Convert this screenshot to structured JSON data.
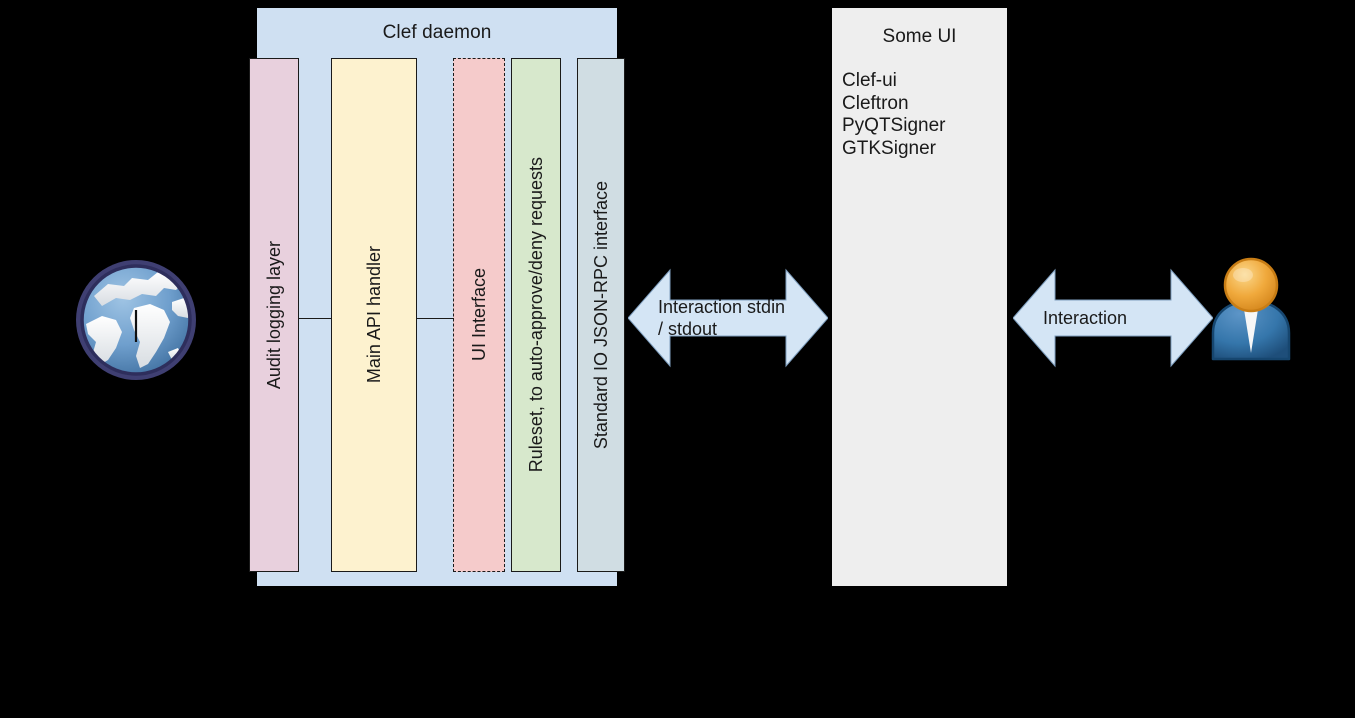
{
  "diagram": {
    "background_color": "#000000",
    "clef": {
      "title": "Clef daemon",
      "fill": "#cfe0f2",
      "columns": [
        {
          "name": "audit-logging-layer",
          "label": "Audit logging layer",
          "fill": "#e8d0dd",
          "border": "solid"
        },
        {
          "name": "main-api-handler",
          "label": "Main API handler",
          "fill": "#fdf2cf",
          "border": "solid"
        },
        {
          "name": "ui-interface",
          "label": "UI Interface",
          "fill": "#f5cbcb",
          "border": "dashed"
        },
        {
          "name": "ruleset",
          "label": "Ruleset, to auto-approve/deny requests",
          "fill": "#d7e8cc",
          "border": "solid"
        },
        {
          "name": "standard-io-jsonrpc",
          "label": "Standard IO JSON-RPC interface",
          "fill": "#d0dde3",
          "border": "solid"
        }
      ]
    },
    "some_ui": {
      "title": "Some UI",
      "fill": "#eeeeee",
      "items": [
        "Clef-ui",
        "Cleftron",
        "PyQTSigner",
        "GTKSigner"
      ]
    },
    "arrows": [
      {
        "name": "interaction-stdio-arrow",
        "label": "Interaction stdin\n/ stdout",
        "fill": "#d4e5f5"
      },
      {
        "name": "interaction-user-arrow",
        "label": "Interaction",
        "fill": "#d4e5f5"
      }
    ],
    "icons": {
      "globe": {
        "name": "globe-icon",
        "ring_color": "#3f3f72",
        "ocean_color": "#5b8fc4",
        "land_color": "#f2f2f2"
      },
      "user": {
        "name": "user-icon",
        "head_color": "#f0a93c",
        "body_color": "#2f6fa8",
        "collar_color": "#f7f7f7"
      }
    }
  }
}
